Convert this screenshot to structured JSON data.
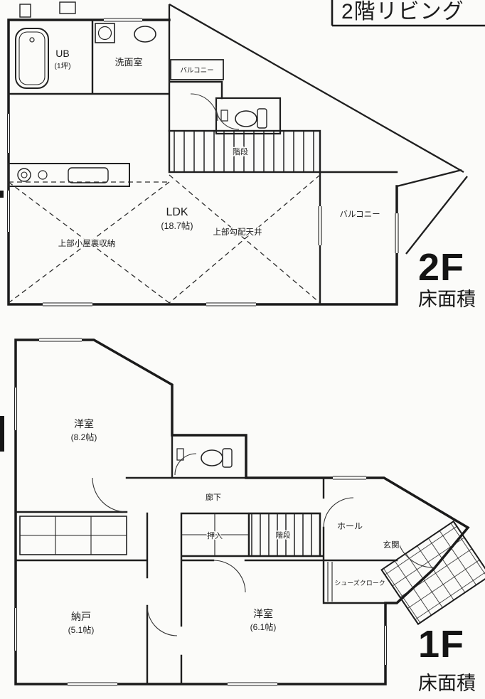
{
  "note_box": {
    "text": "2階リビング"
  },
  "floor2": {
    "big_label": "2F",
    "area_label": "床面積",
    "rooms": {
      "ub": "UB",
      "ub_size": "(1坪)",
      "washroom": "洗面室",
      "balcony_small": "バルコニー",
      "stairs": "階段",
      "ldk": "LDK",
      "ldk_size": "(18.7帖)",
      "attic_storage": "上部小屋裏収納",
      "sloped_ceiling": "上部勾配天井",
      "balcony": "バルコニー"
    }
  },
  "floor1": {
    "big_label": "1F",
    "area_label": "床面積",
    "rooms": {
      "bedroom1": "洋室",
      "bedroom1_size": "(8.2帖)",
      "hallway": "廊下",
      "futon_closet": "押入",
      "stairs": "階段",
      "hall": "ホール",
      "entrance": "玄関",
      "shoe_closet": "シューズクローク",
      "storage_room": "納戸",
      "storage_room_size": "(5.1帖)",
      "bedroom2": "洋室",
      "bedroom2_size": "(6.1帖)"
    }
  }
}
